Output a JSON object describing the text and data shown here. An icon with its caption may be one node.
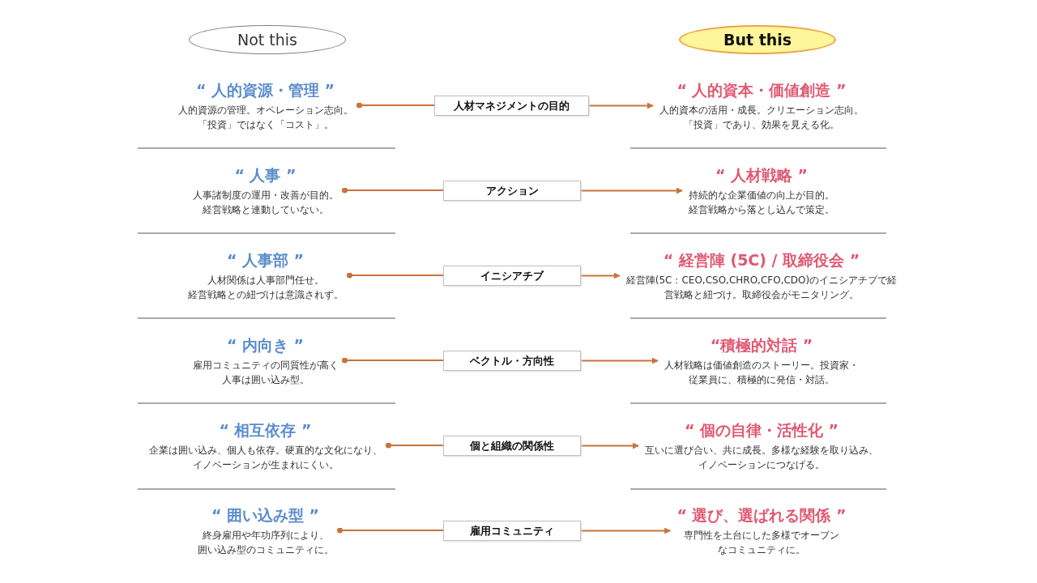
{
  "diagram": {
    "nodes": [
      {
        "text": [
          "Not this"
        ]
      },
      {
        "text": [
          "But this"
        ]
      },
      {
        "text": [
          "“ 人的資源・管理 ”",
          "人的資源の管理。オペレーション志向。「投資」ではなく「コスト」。"
        ]
      },
      {
        "text": [
          "人材マネジメントの目的"
        ]
      },
      {
        "text": [
          "“ 人的資本・価値創造 ”",
          "人的資本の活用・成長。クリエーション志向。「投資」であり、効果を見える化。"
        ]
      },
      {
        "text": [
          "“ 人事 ”",
          "人事諸制度の運用・改善が目的。経営戦略と連動していない。"
        ]
      },
      {
        "text": [
          "アクション"
        ]
      },
      {
        "text": [
          "“ 人材戦略 ”",
          "持続的な企業価値の向上が目的。経営戦略から落とし込んで策定。"
        ]
      },
      {
        "text": [
          "“ 人事部 ”",
          "人材関係は人事部門任せ。経営戦略との紐づけは意識されず。"
        ]
      },
      {
        "text": [
          "イニシアチブ"
        ]
      },
      {
        "text": [
          "“ 経営陣 (5C) / 取締役会 ”",
          "経営陣(5C：CEO,CSO,CHRO,CFO,CDO)のイニシアチブで経営戦略と紐づけ。取締役会がモニタリング。"
        ]
      },
      {
        "text": [
          "“ 内向き ”",
          "雇用コミュニティの同質性が高く人事は囲い込み型。"
        ]
      },
      {
        "text": [
          "ベクトル・方向性"
        ]
      },
      {
        "text": [
          "“積極的対話 ”",
          "人材戦略は価値創造のストーリー。投資家・従業員に、積極的に発信・対話。"
        ]
      },
      {
        "text": [
          "“ 相互依存 ”",
          "企業は囲い込み、個人も依存。硬直的な文化になり、イノベーションが生まれにくい。"
        ]
      },
      {
        "text": [
          "個と組織の関係性"
        ]
      },
      {
        "text": [
          "“ 個の自律・活性化 ”",
          "互いに選び合い、共に成長。多様な経験を取り込み、イノベーションにつなげる。"
        ]
      },
      {
        "text": [
          "“ 囲い込み型 ”",
          "終身雇用や年功序列により、囲い込み型のコミュニティに。"
        ]
      },
      {
        "text": [
          "雇用コミュニティ"
        ]
      },
      {
        "text": [
          "“ 選び、選ばれる関係 ”",
          "専門性を土台にした多様でオープンなコミュニティに。"
        ]
      }
    ],
    "edges": [
      {
        "from": 2,
        "to": 3,
        "arrow": "other"
      },
      {
        "from": 3,
        "to": 4,
        "arrow": "to"
      },
      {
        "from": 5,
        "to": 6,
        "arrow": "other"
      },
      {
        "from": 6,
        "to": 7,
        "arrow": "to"
      },
      {
        "from": 8,
        "to": 9,
        "arrow": "other"
      },
      {
        "from": 9,
        "to": 10,
        "arrow": "to"
      },
      {
        "from": 11,
        "to": 12,
        "arrow": "other"
      },
      {
        "from": 12,
        "to": 13,
        "arrow": "to"
      },
      {
        "from": 14,
        "to": 15,
        "arrow": "other"
      },
      {
        "from": 15,
        "to": 16,
        "arrow": "to"
      },
      {
        "from": 17,
        "to": 18,
        "arrow": "other"
      },
      {
        "from": 18,
        "to": 19,
        "arrow": "to"
      }
    ]
  }
}
